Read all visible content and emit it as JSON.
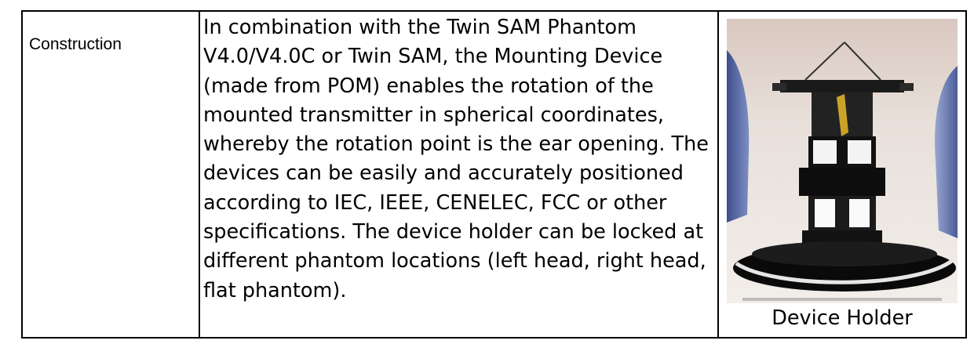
{
  "row": {
    "label": "Construction",
    "description": "In combination with the Twin SAM Phantom V4.0/V4.0C or Twin SAM, the Mounting Device (made from POM) enables the rotation of the mounted transmitter in spherical coordinates, whereby the rotation point is the ear opening. The devices can be easily and accurately positioned according to IEC, IEEE, CENELEC, FCC or other specifications. The device holder can be locked at different phantom locations (left head, right head, flat phantom).",
    "image_caption": "Device Holder"
  }
}
